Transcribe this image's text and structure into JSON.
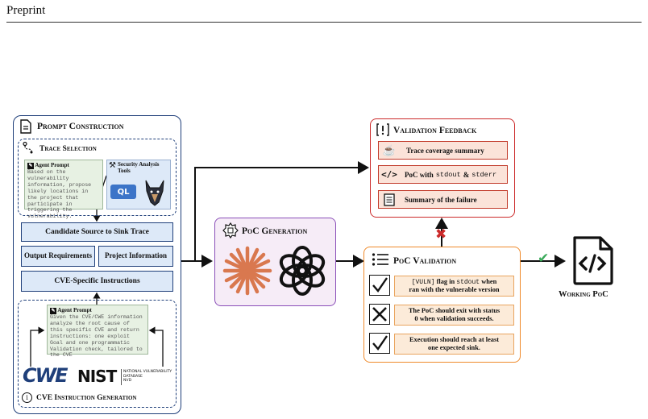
{
  "header": {
    "text": "Preprint"
  },
  "prompt_construction": {
    "title": "Prompt Construction",
    "trace_selection": {
      "title": "Trace Selection",
      "agent_prompt_label": "Agent Prompt",
      "agent_prompt_text": "Based on the vulnerability information, propose likely locations in the project that participate in triggering the vulnerability.",
      "tools_label": "Security Analysis Tools",
      "ql_label": "QL"
    },
    "candidate_trace": "Candidate Source to Sink Trace",
    "output_requirements": "Output Requirements",
    "project_information": "Project Information",
    "cve_specific": "CVE-Specific Instructions",
    "cve_generation": {
      "title": "CVE Instruction Generation",
      "agent_prompt_label": "Agent Prompt",
      "agent_prompt_text": "Given the CVE/CWE information analyze the root cause of this specific CVE and return instructions: one exploit Goal and one programmatic Validation check, tailored to the CVE",
      "cwe_logo": "CWE",
      "nist_logo": "NIST",
      "nvd_text": [
        "NATIONAL VULNERABILITY",
        "DATABASE",
        "NVD"
      ]
    }
  },
  "poc_generation": {
    "title": "PoC Generation"
  },
  "validation_feedback": {
    "title": "Validation Feedback",
    "items": [
      {
        "text": "Trace coverage summary"
      },
      {
        "pre": "PoC with",
        "code1": "stdout",
        "mid": "&",
        "code2": "stderr"
      },
      {
        "text": "Summary of the failure"
      }
    ]
  },
  "poc_validation": {
    "title": "PoC Validation",
    "items": [
      {
        "code": "[VULN]",
        "part1": "flag in",
        "code2": "stdout",
        "part2": "when",
        "line2": "ran with the vulnerable version"
      },
      {
        "line1": "The PoC should exit with status",
        "line2": "0 when validation succeeds."
      },
      {
        "line1": "Execution should reach at least",
        "line2": "one expected sink."
      }
    ]
  },
  "working_poc": {
    "label": "Working PoC"
  },
  "colors": {
    "blue": "#1f3f7a",
    "purple": "#8a4fb8",
    "red": "#cc2b2b",
    "orange": "#ef8a2b",
    "green": "#3aaa5a"
  }
}
